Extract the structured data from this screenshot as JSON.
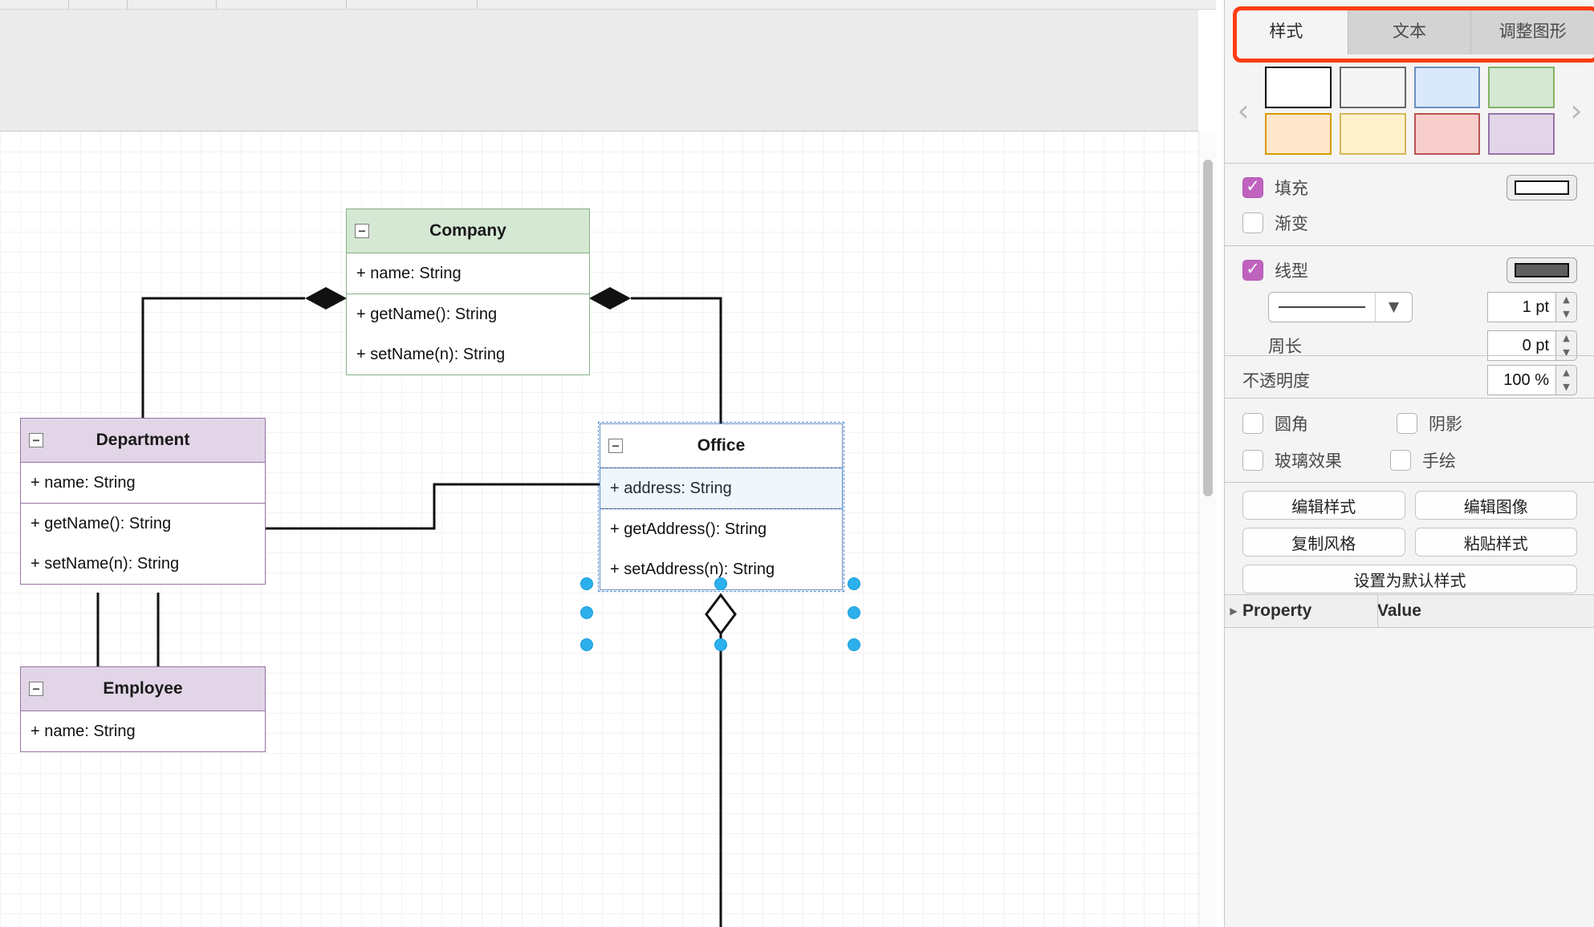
{
  "app": {
    "canvas_label": "uml-class-diagram-canvas"
  },
  "diagram": {
    "classes": [
      {
        "name": "Company",
        "collapse_glyph": "−",
        "attributes": [
          "+ name: String"
        ],
        "methods": [
          "+ getName(): String",
          "+ setName(n): String"
        ],
        "fill": "#d5e8d4",
        "stroke": "#85b085",
        "selected": false
      },
      {
        "name": "Department",
        "collapse_glyph": "−",
        "attributes": [
          "+ name: String"
        ],
        "methods": [
          "+ getName(): String",
          "+ setName(n): String"
        ],
        "fill": "#e1d5e7",
        "stroke": "#9673a6",
        "selected": false
      },
      {
        "name": "Office",
        "collapse_glyph": "−",
        "attributes": [
          "+ address: String"
        ],
        "methods": [
          "+ getAddress(): String",
          "+ setAddress(n): String"
        ],
        "fill": "#ffffff",
        "stroke": "#6c8ebf",
        "selected": true
      },
      {
        "name": "Employee",
        "collapse_glyph": "−",
        "attributes": [
          "+ name: String"
        ],
        "methods": [],
        "fill": "#e1d5e7",
        "stroke": "#9673a6",
        "selected": false
      }
    ],
    "relations": [
      {
        "type": "composition",
        "from": "Company",
        "to": "Department",
        "marker": "filled-diamond"
      },
      {
        "type": "composition",
        "from": "Company",
        "to": "Office",
        "marker": "filled-diamond"
      },
      {
        "type": "association",
        "from": "Department",
        "to": "Office",
        "marker": "none"
      },
      {
        "type": "aggregation",
        "from": "Office",
        "to": "Employee",
        "marker": "hollow-diamond"
      }
    ]
  },
  "panel": {
    "tabs": [
      {
        "label": "样式",
        "active": true
      },
      {
        "label": "文本",
        "active": false
      },
      {
        "label": "调整图形",
        "active": false
      }
    ],
    "highlight_color": "#ff3c13",
    "swatch_nav": {
      "prev": "‹",
      "next": "›"
    },
    "swatches": [
      {
        "fill": "#ffffff",
        "border": "#000000"
      },
      {
        "fill": "#f5f5f5",
        "border": "#666666"
      },
      {
        "fill": "#dae8fc",
        "border": "#6c8ebf"
      },
      {
        "fill": "#d5e8d4",
        "border": "#82b366"
      },
      {
        "fill": "#ffe6cc",
        "border": "#d79b00"
      },
      {
        "fill": "#fff2cc",
        "border": "#d6b656"
      },
      {
        "fill": "#f8cecc",
        "border": "#b85450"
      },
      {
        "fill": "#e1d5e7",
        "border": "#9673a6"
      }
    ],
    "fill": {
      "label": "填充",
      "checked": true,
      "color": "#ffffff"
    },
    "gradient": {
      "label": "渐变",
      "checked": false
    },
    "line": {
      "label": "线型",
      "checked": true,
      "color": "#5f5f5f",
      "style_value": "solid",
      "width_value": "1 pt",
      "perimeter_label": "周长",
      "perimeter_value": "0 pt"
    },
    "opacity": {
      "label": "不透明度",
      "value": "100 %"
    },
    "effects": [
      {
        "label": "圆角",
        "checked": false
      },
      {
        "label": "阴影",
        "checked": false
      },
      {
        "label": "玻璃效果",
        "checked": false
      },
      {
        "label": "手绘",
        "checked": false
      }
    ],
    "buttons": [
      {
        "label": "编辑样式"
      },
      {
        "label": "编辑图像"
      },
      {
        "label": "复制风格"
      },
      {
        "label": "粘贴样式"
      }
    ],
    "default_style_button": {
      "label": "设置为默认样式"
    },
    "property_table": {
      "expand_glyph": "▶",
      "col_property": "Property",
      "col_value": "Value",
      "rows": []
    }
  }
}
